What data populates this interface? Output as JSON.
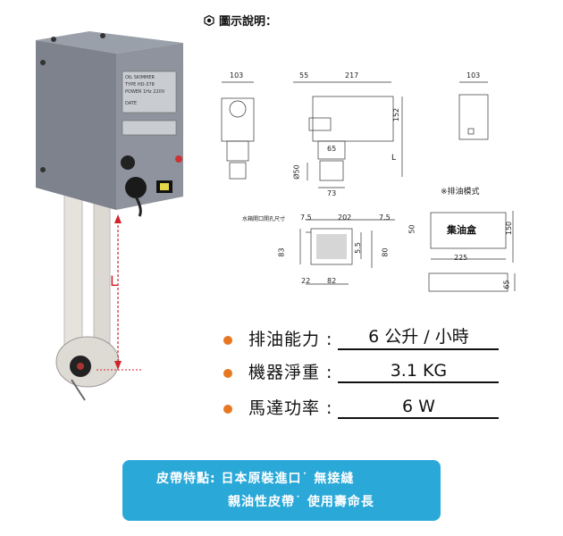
{
  "header": {
    "title": "圖示說明："
  },
  "drawing": {
    "front_width": "103",
    "side_offset": "55",
    "side_width": "217",
    "side_height": "152",
    "rear_width": "103",
    "shaft_offset": "65",
    "shaft_dia": "Ø50",
    "shaft_width": "73",
    "length_mark": "L",
    "install_note": "水箱開口開孔尺寸",
    "cut_left": "7.5",
    "cut_width": "202",
    "cut_right": "7.5",
    "cut_height": "83",
    "cut_inner": "5.5",
    "cut_side": "80",
    "cut_bottom_left": "22",
    "cut_bottom_width": "82",
    "box_title": "※排油模式",
    "box_label": "集油盒",
    "box_height_left": "50",
    "box_height_right": "150",
    "box_width": "225",
    "box_depth": "65"
  },
  "product_photo": {
    "plate_lines": [
      "OIL SKIMMER",
      "TYPE HD-378",
      "POWER 1Hz 220V",
      "DATE"
    ],
    "length_mark": "L"
  },
  "specs": [
    {
      "label": "排油能力 :",
      "value": "6 公升 / 小時"
    },
    {
      "label": "機器淨重 :",
      "value": "3.1 KG"
    },
    {
      "label": "馬達功率 :",
      "value": "6 W"
    }
  ],
  "banner": {
    "line1": "皮帶特點: 日本原裝進口˙ 無接縫",
    "line2": "親油性皮帶˙ 使用壽命長"
  },
  "colors": {
    "accent": "#e87722",
    "banner": "#2aa8d8",
    "machine": "#8a8f99"
  }
}
